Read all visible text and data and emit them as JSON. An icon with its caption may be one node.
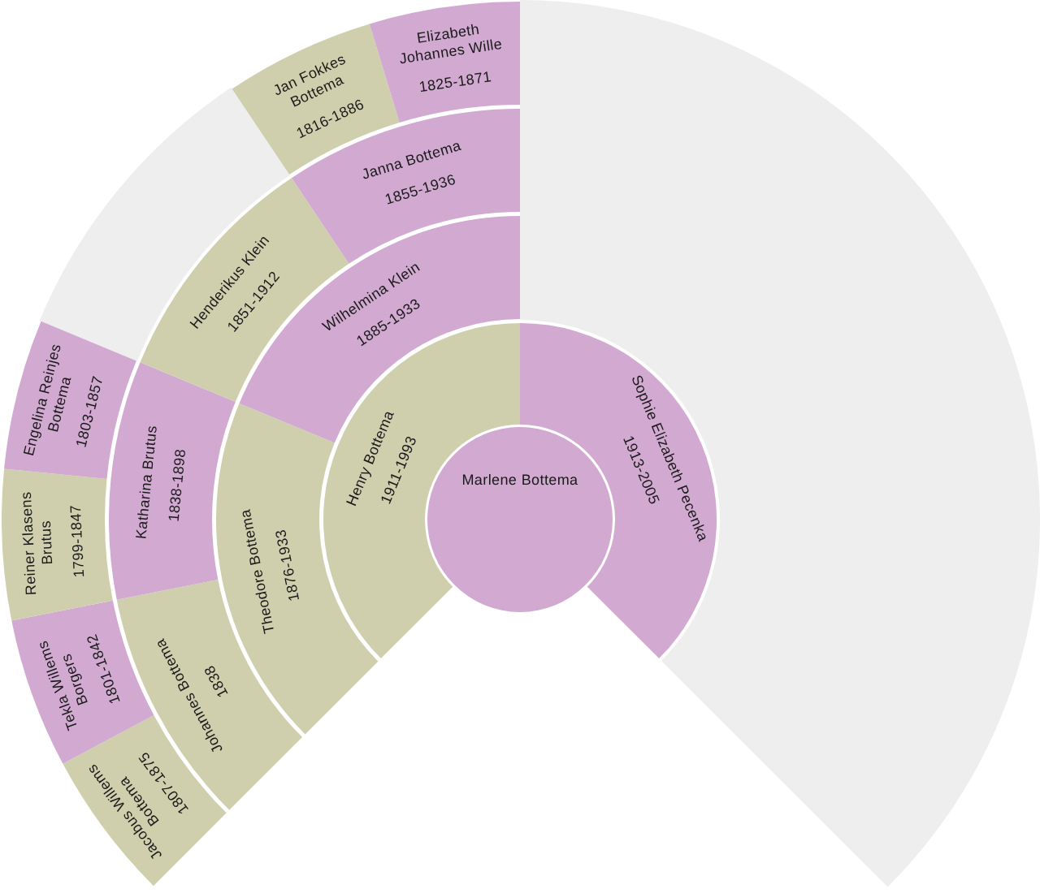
{
  "diagram": {
    "nodes": [
      {
        "text": [
          "Marlene Bottema"
        ]
      },
      {
        "text": [
          "Henry Bottema",
          "1911-1993"
        ]
      },
      {
        "text": [
          "Sophie Elizabeth Pecenka",
          "1913-2005"
        ]
      },
      {
        "text": [
          "Theodore Bottema",
          "1876-1933"
        ]
      },
      {
        "text": [
          "Wilhelmina Klein",
          "1885-1933"
        ]
      },
      {
        "text": [
          "Johannes Bottema",
          "1838"
        ]
      },
      {
        "text": [
          "Katharina Brutus",
          "1838-1898"
        ]
      },
      {
        "text": [
          "Henderikus Klein",
          "1851-1912"
        ]
      },
      {
        "text": [
          "Janna Bottema",
          "1855-1936"
        ]
      },
      {
        "text": [
          "Jacobus Willems Bottema",
          "1807-1875"
        ]
      },
      {
        "text": [
          "Tekla Willems Borgers",
          "1801-1842"
        ]
      },
      {
        "text": [
          "Reiner Klasens Brutus",
          "1799-1847"
        ]
      },
      {
        "text": [
          "Engelina Reinjes Bottema",
          "1803-1857"
        ]
      },
      {
        "text": [
          "Jan Fokkes Bottema",
          "1816-1886"
        ]
      },
      {
        "text": [
          "Elizabeth Johannes Wille",
          "1825-1871"
        ]
      }
    ]
  }
}
